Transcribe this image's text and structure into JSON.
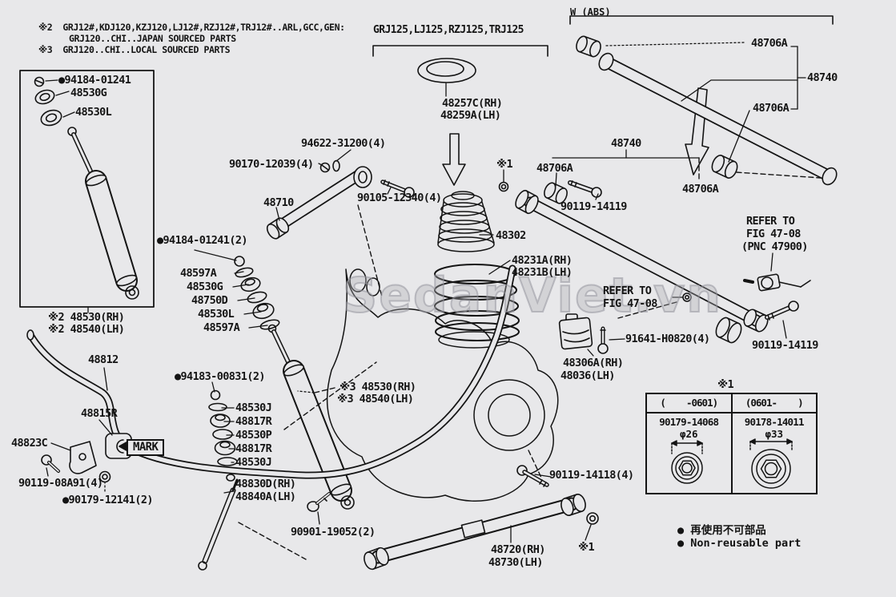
{
  "canvas": {
    "bg": "#e8e8ea",
    "ink": "#141414"
  },
  "watermark": {
    "text": "SedanViet.vn"
  },
  "notes": {
    "line1": "※2  GRJ12#,KDJ120,KZJ120,LJ12#,RZJ12#,TRJ12#..ARL,GCC,GEN:",
    "line2": "GRJ120..CHI..JAPAN SOURCED PARTS",
    "line3": "※3  GRJ120..CHI..LOCAL SOURCED PARTS"
  },
  "headers": {
    "variant": "GRJ125,LJ125,RZJ125,TRJ125",
    "wabs": "W (ABS)"
  },
  "labels": {
    "a1": "48706A",
    "a2": "48740",
    "a3": "48706A",
    "a4": "48740",
    "a5": "48706A",
    "a6": "48706A",
    "a7": "90119-14119",
    "refer1_l1": "REFER TO",
    "refer1_l2": "FIG 47-08",
    "refer1_l3": "(PNC 47900)",
    "b1": "94622-31200(4)",
    "b2": "90170-12039(4)",
    "b3": "90105-12340(4)",
    "b4": "48710",
    "b5": "48257C(RH)",
    "b6": "48259A(LH)",
    "b7": "※1",
    "b8": "48302",
    "b9": "48231A(RH)",
    "b10": "48231B(LH)",
    "c1": "●94184-01241",
    "c2": "48530G",
    "c3": "48530L",
    "c4": "●94184-01241(2)",
    "c5": "48597A",
    "c6": "48530G",
    "c7": "48750D",
    "c8": "48530L",
    "c9": "48597A",
    "c10": "※2 48530(RH)",
    "c11": "※2 48540(LH)",
    "c12": "48812",
    "d1": "●94183-00831(2)",
    "d2": "48530J",
    "d3": "48817R",
    "d4": "48530P",
    "d5": "48817R",
    "d6": "48530J",
    "d7": "48815R",
    "d8": "48823C",
    "d9": "MARK",
    "d10": "90119-08A91(4)",
    "d11": "●90179-12141(2)",
    "d12": "48830D(RH)",
    "d13": "48840A(LH)",
    "d14": "90901-19052(2)",
    "e1": "※3 48530(RH)",
    "e2": "※3 48540(LH)",
    "e3": "REFER TO",
    "e4": "FIG 47-08",
    "e5": "91641-H0820(4)",
    "e6": "48306A(RH)",
    "e7": "48036(LH)",
    "e8": "90119-14118(4)",
    "e9": "48720(RH)",
    "e10": "48730(LH)",
    "e11": "※1",
    "e12": "90119-14119"
  },
  "table": {
    "title": "※1",
    "col1": {
      "period": "(    -0601)",
      "part": "90179-14068",
      "dia": "φ26"
    },
    "col2": {
      "period": "(0601-    )",
      "part": "90178-14011",
      "dia": "φ33"
    }
  },
  "legend": {
    "jp": "● 再使用不可部品",
    "en": "● Non-reusable part"
  }
}
